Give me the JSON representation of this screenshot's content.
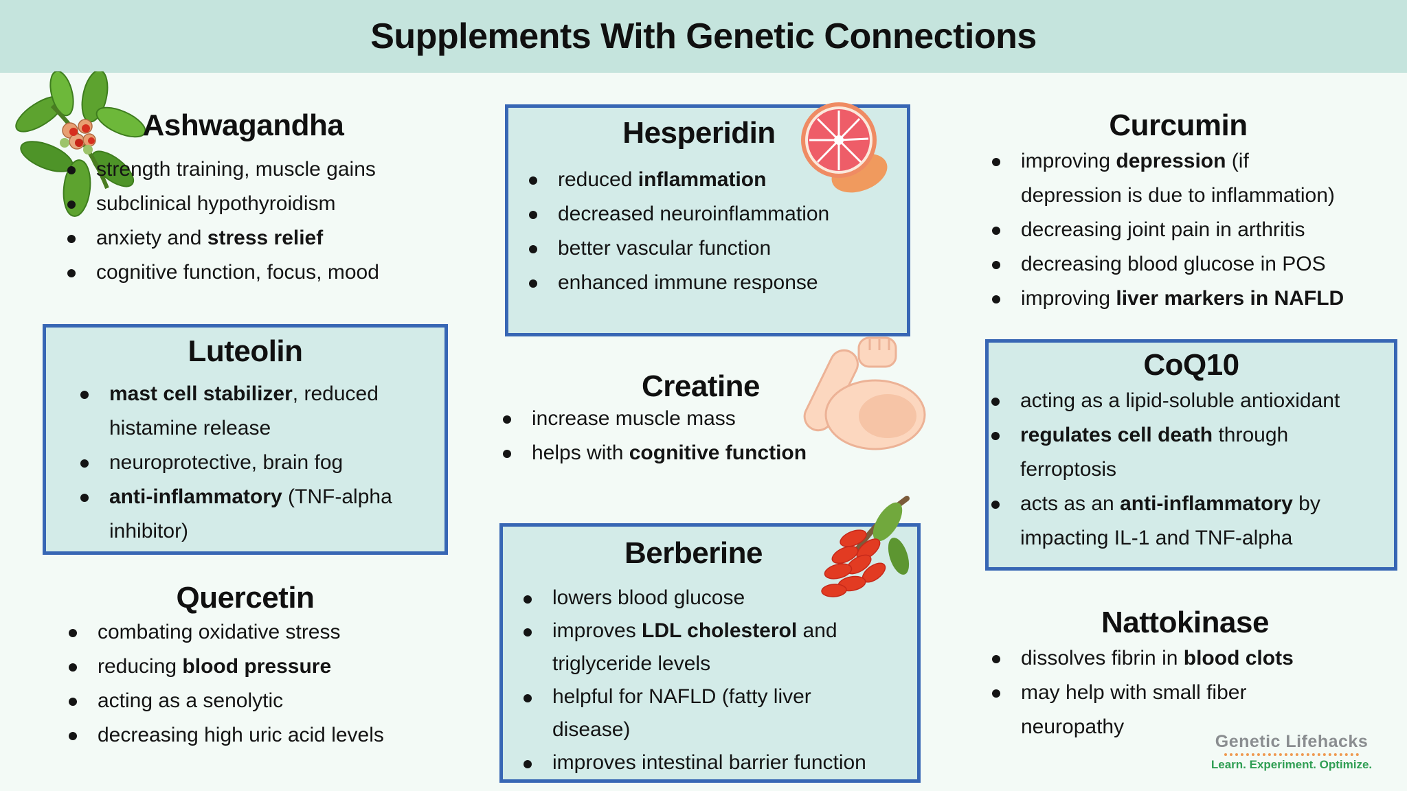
{
  "header": {
    "title": "Supplements With Genetic Connections"
  },
  "sections": {
    "ashwagandha": {
      "title": "Ashwagandha",
      "bullets": [
        {
          "lines": [
            [
              {
                "t": "strength training, muscle gains"
              }
            ]
          ]
        },
        {
          "lines": [
            [
              {
                "t": "subclinical hypothyroidism"
              }
            ]
          ]
        },
        {
          "lines": [
            [
              {
                "t": "anxiety and "
              },
              {
                "t": "stress relief",
                "b": 1
              }
            ]
          ]
        },
        {
          "lines": [
            [
              {
                "t": "cognitive function, focus, mood"
              }
            ]
          ]
        }
      ]
    },
    "luteolin": {
      "title": "Luteolin",
      "bullets": [
        {
          "lines": [
            [
              {
                "t": "mast cell stabilizer",
                "b": 1
              },
              {
                "t": ", reduced"
              }
            ],
            [
              {
                "t": "histamine release"
              }
            ]
          ]
        },
        {
          "lines": [
            [
              {
                "t": "neuroprotective, brain fog"
              }
            ]
          ]
        },
        {
          "lines": [
            [
              {
                "t": "anti-inflammatory",
                "b": 1
              },
              {
                "t": " (TNF-alpha"
              }
            ],
            [
              {
                "t": "inhibitor)"
              }
            ]
          ]
        }
      ]
    },
    "quercetin": {
      "title": "Quercetin",
      "bullets": [
        {
          "lines": [
            [
              {
                "t": "combating oxidative stress"
              }
            ]
          ]
        },
        {
          "lines": [
            [
              {
                "t": "reducing "
              },
              {
                "t": "blood pressure",
                "b": 1
              }
            ]
          ]
        },
        {
          "lines": [
            [
              {
                "t": "acting as a senolytic"
              }
            ]
          ]
        },
        {
          "lines": [
            [
              {
                "t": "decreasing high uric acid levels"
              }
            ]
          ]
        }
      ]
    },
    "hesperidin": {
      "title": "Hesperidin",
      "bullets": [
        {
          "lines": [
            [
              {
                "t": "reduced "
              },
              {
                "t": "inflammation",
                "b": 1
              }
            ]
          ]
        },
        {
          "lines": [
            [
              {
                "t": "decreased neuroinflammation"
              }
            ]
          ]
        },
        {
          "lines": [
            [
              {
                "t": "better vascular function"
              }
            ]
          ]
        },
        {
          "lines": [
            [
              {
                "t": "enhanced immune response"
              }
            ]
          ]
        }
      ]
    },
    "creatine": {
      "title": "Creatine",
      "bullets": [
        {
          "lines": [
            [
              {
                "t": "increase muscle mass"
              }
            ]
          ]
        },
        {
          "lines": [
            [
              {
                "t": "helps with "
              },
              {
                "t": "cognitive function",
                "b": 1
              }
            ]
          ]
        }
      ]
    },
    "berberine": {
      "title": "Berberine",
      "bullets": [
        {
          "lines": [
            [
              {
                "t": "lowers blood glucose"
              }
            ]
          ]
        },
        {
          "lines": [
            [
              {
                "t": "improves "
              },
              {
                "t": "LDL cholesterol",
                "b": 1
              },
              {
                "t": " and"
              }
            ],
            [
              {
                "t": "triglyceride levels"
              }
            ]
          ]
        },
        {
          "lines": [
            [
              {
                "t": "helpful for NAFLD (fatty liver"
              }
            ],
            [
              {
                "t": "disease)"
              }
            ]
          ]
        },
        {
          "lines": [
            [
              {
                "t": "improves intestinal barrier function"
              }
            ]
          ]
        }
      ]
    },
    "curcumin": {
      "title": "Curcumin",
      "bullets": [
        {
          "lines": [
            [
              {
                "t": "improving "
              },
              {
                "t": "depression",
                "b": 1
              },
              {
                "t": " (if"
              }
            ],
            [
              {
                "t": "depression is due to inflammation)"
              }
            ]
          ]
        },
        {
          "lines": [
            [
              {
                "t": "decreasing joint pain in arthritis"
              }
            ]
          ]
        },
        {
          "lines": [
            [
              {
                "t": "decreasing blood glucose in POS"
              }
            ]
          ]
        },
        {
          "lines": [
            [
              {
                "t": "improving "
              },
              {
                "t": "liver markers in NAFLD",
                "b": 1
              }
            ]
          ]
        }
      ]
    },
    "coq10": {
      "title": "CoQ10",
      "bullets": [
        {
          "lines": [
            [
              {
                "t": "acting as a lipid-soluble antioxidant"
              }
            ]
          ]
        },
        {
          "lines": [
            [
              {
                "t": "regulates cell death",
                "b": 1
              },
              {
                "t": " through"
              }
            ],
            [
              {
                "t": "ferroptosis"
              }
            ]
          ]
        },
        {
          "lines": [
            [
              {
                "t": "acts as an "
              },
              {
                "t": "anti-inflammatory",
                "b": 1
              },
              {
                "t": " by"
              }
            ],
            [
              {
                "t": "impacting IL-1 and TNF-alpha"
              }
            ]
          ]
        }
      ]
    },
    "nattokinase": {
      "title": "Nattokinase",
      "bullets": [
        {
          "lines": [
            [
              {
                "t": "dissolves fibrin in "
              },
              {
                "t": "blood clots",
                "b": 1
              }
            ]
          ]
        },
        {
          "lines": [
            [
              {
                "t": "may help with small fiber"
              }
            ],
            [
              {
                "t": "neuropathy"
              }
            ]
          ]
        }
      ]
    }
  },
  "icons": {
    "ashwagandha": "ashwagandha-plant",
    "hesperidin": "grapefruit-half",
    "creatine": "flexed-bicep",
    "berberine": "barberry-branch"
  },
  "logo": {
    "name": "Genetic Lifehacks",
    "tagline": "Learn. Experiment. Optimize."
  },
  "colors": {
    "header_bg": "#c5e4dd",
    "box_bg": "#d3ebe8",
    "box_border": "#3766b4",
    "page_bg": "#f3faf6",
    "text": "#141414",
    "logo_gray": "#8a8d90",
    "logo_green": "#2f9e53",
    "logo_dots": "#ef9950"
  }
}
